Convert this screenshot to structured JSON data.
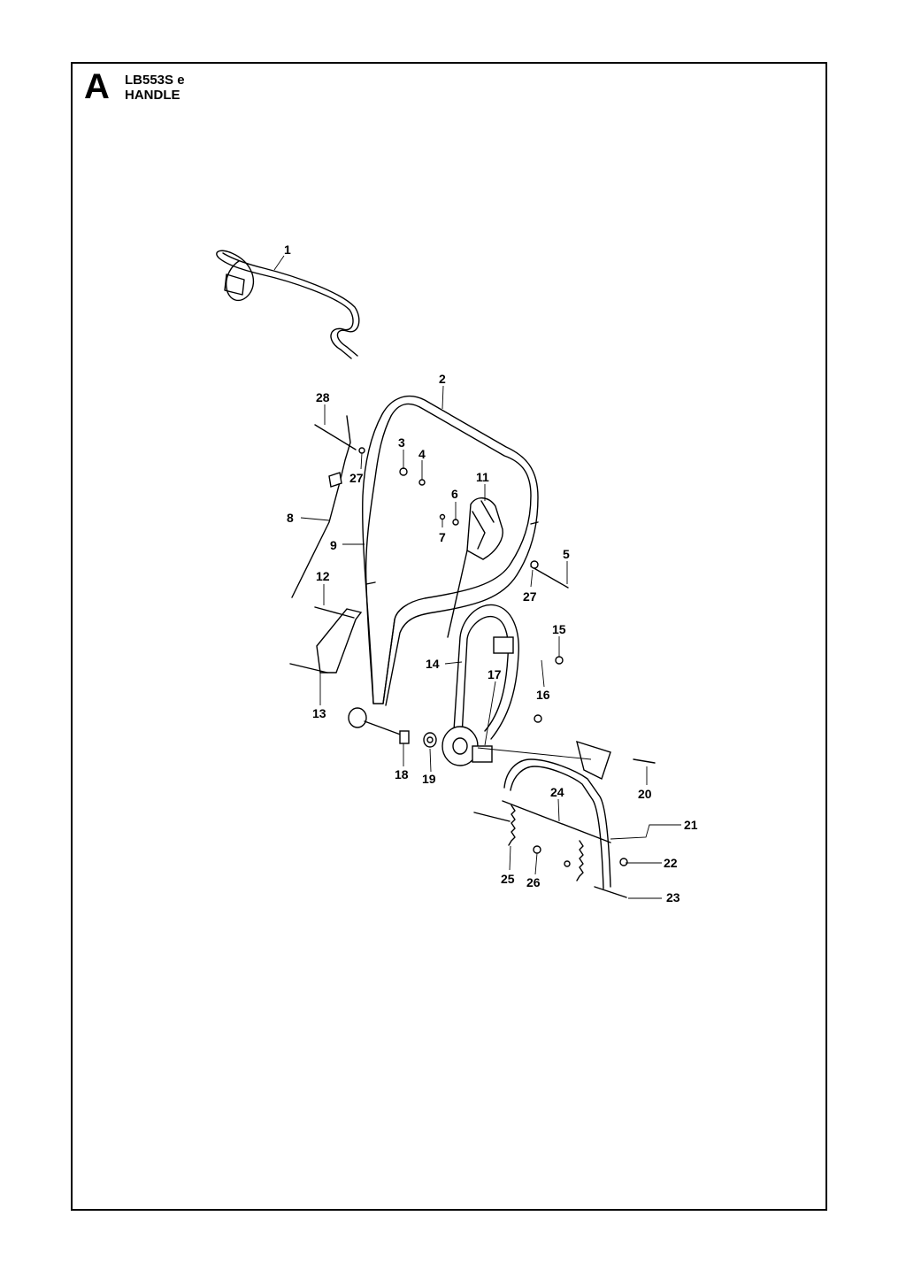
{
  "header": {
    "section_letter": "A",
    "model": "LB553S e",
    "title": "HANDLE"
  },
  "callouts": [
    "1",
    "2",
    "3",
    "4",
    "5",
    "6",
    "7",
    "8",
    "9",
    "11",
    "12",
    "13",
    "14",
    "15",
    "16",
    "17",
    "18",
    "19",
    "20",
    "21",
    "22",
    "23",
    "24",
    "25",
    "26",
    "27",
    "27",
    "28"
  ]
}
